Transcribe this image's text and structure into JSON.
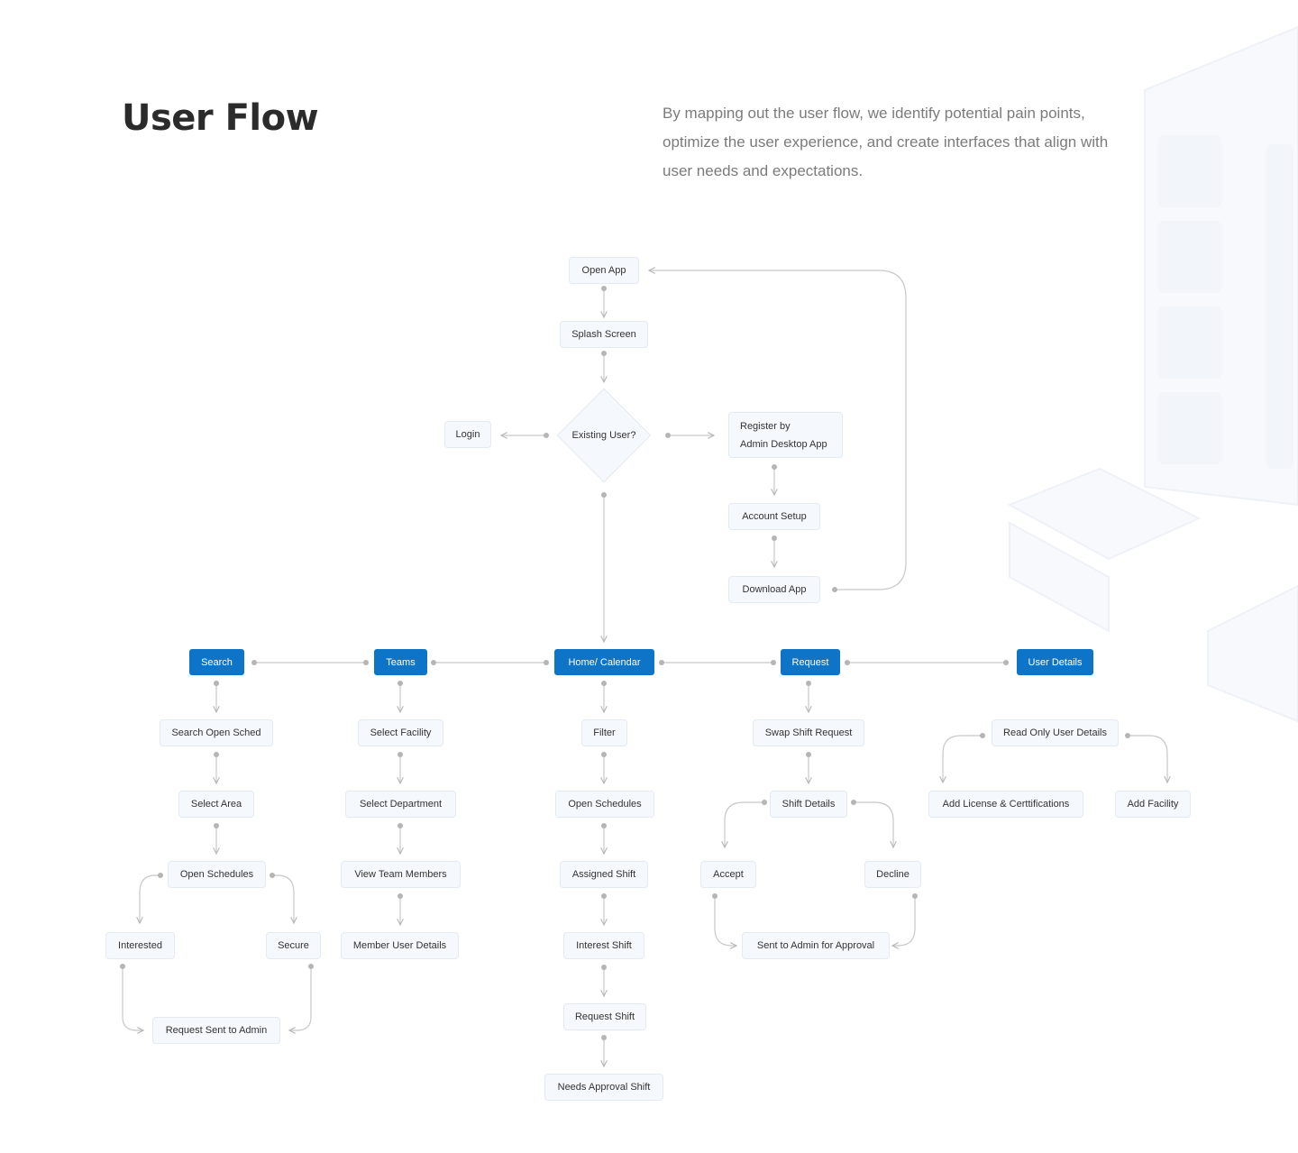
{
  "header": {
    "title": "User Flow",
    "description": "By mapping out the user flow, we identify potential pain points, optimize the user experience, and create interfaces that align with user needs and expectations."
  },
  "colors": {
    "primary": "#0d74c7",
    "node_bg": "#f5f8fc",
    "node_border": "#e4eaf2",
    "connector": "#c4c4c4",
    "dot": "#b5b5b5"
  },
  "nodes": {
    "open_app": "Open App",
    "splash_screen": "Splash Screen",
    "existing_user": "Existing User?",
    "login": "Login",
    "register_line1": "Register by",
    "register_line2": "Admin Desktop App",
    "account_setup": "Account Setup",
    "download_app": "Download App",
    "search": "Search",
    "teams": "Teams",
    "home_calendar": "Home/ Calendar",
    "request": "Request",
    "user_details": "User Details",
    "search_open_sched": "Search Open Sched",
    "select_area": "Select Area",
    "open_schedules_search": "Open Schedules",
    "interested": "Interested",
    "secure": "Secure",
    "request_sent_to_admin": "Request Sent to Admin",
    "select_facility": "Select Facility",
    "select_department": "Select Department",
    "view_team_members": "View Team Members",
    "member_user_details": "Member User Details",
    "filter": "Filter",
    "open_schedules_home": "Open Schedules",
    "assigned_shift": "Assigned Shift",
    "interest_shift": "Interest Shift",
    "request_shift": "Request Shift",
    "needs_approval_shift": "Needs Approval Shift",
    "swap_shift_request": "Swap Shift Request",
    "shift_details": "Shift Details",
    "accept": "Accept",
    "decline": "Decline",
    "sent_to_admin_for_approval": "Sent to Admin for Approval",
    "read_only_user_details": "Read Only User Details",
    "add_license_certifications": "Add License & Certtifications",
    "add_facility": "Add Facility"
  }
}
